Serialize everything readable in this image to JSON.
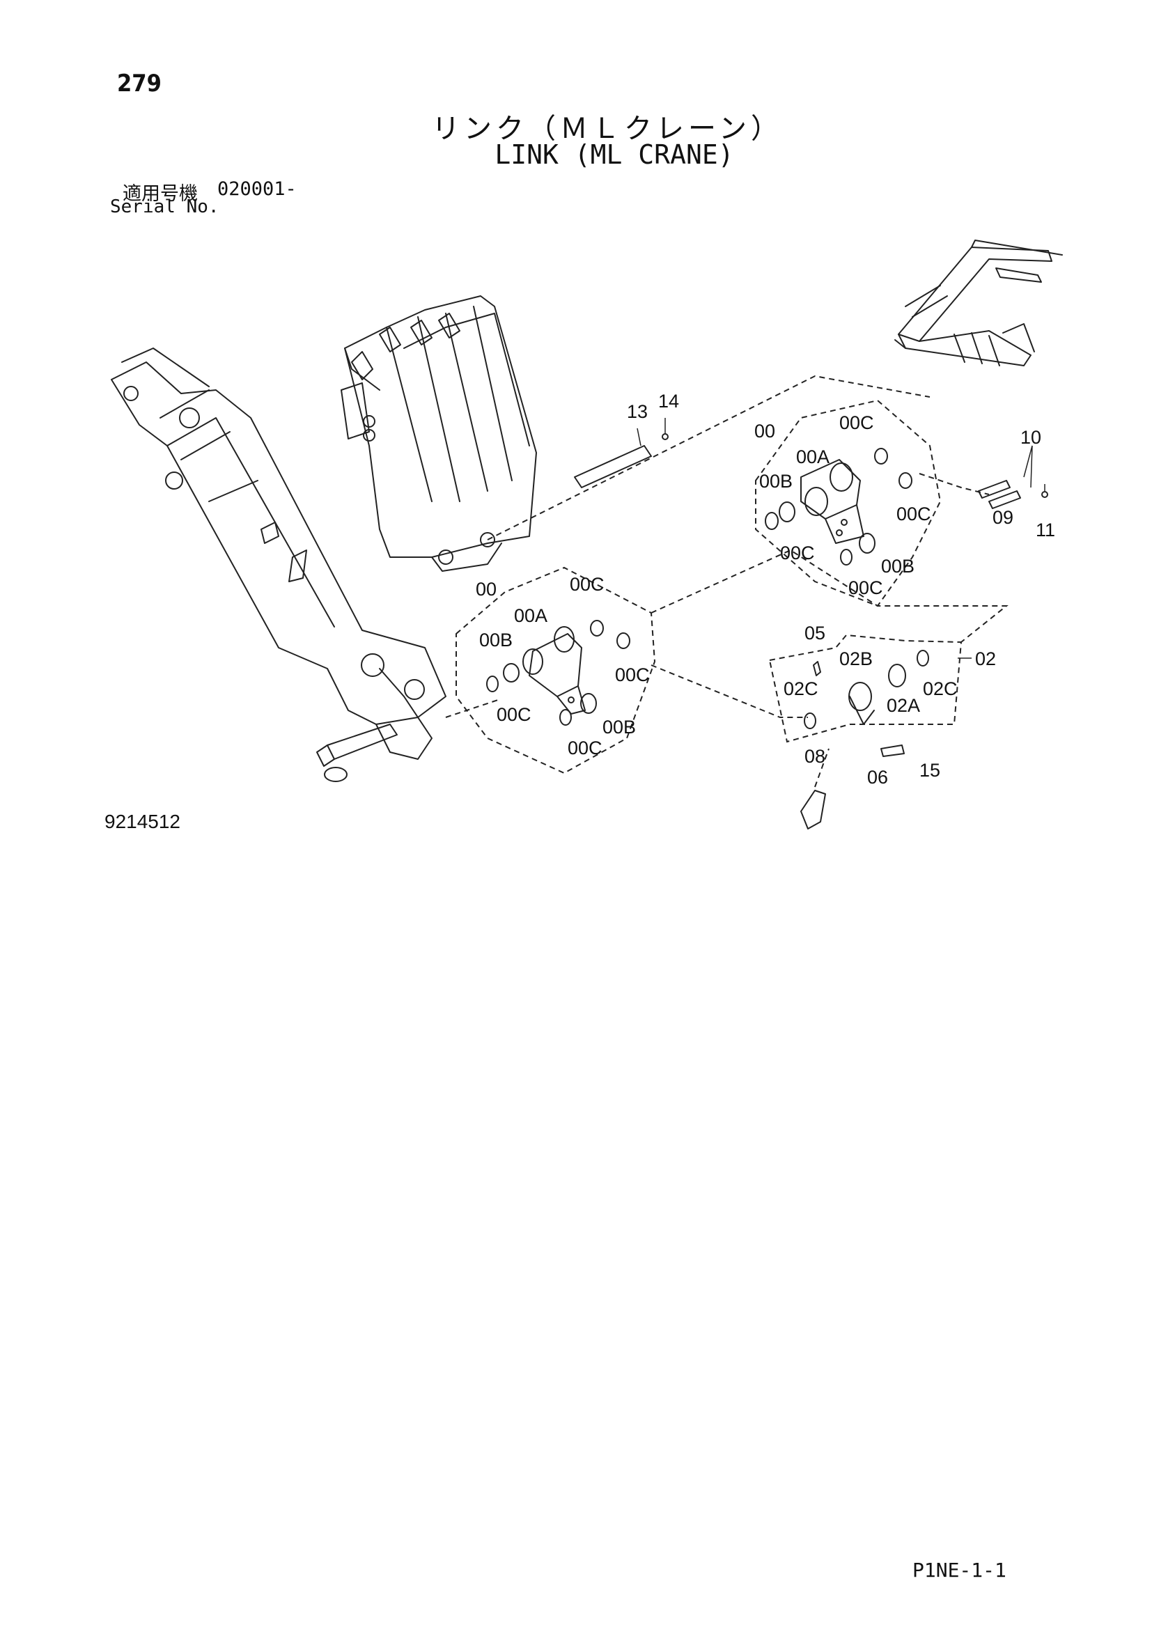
{
  "page_number": "279",
  "title_jp": "リンク（ＭＬクレーン）",
  "title_en": "LINK (ML CRANE)",
  "serial": {
    "label_jp": "適用号機",
    "value": "020001-",
    "label_en": "Serial No."
  },
  "drawing_id": "9214512",
  "footer_code": "P1NE-1-1",
  "callouts": {
    "c13": "13",
    "c14": "14",
    "u00": "00",
    "u00C_1": "00C",
    "u00A": "00A",
    "u00B_1": "00B",
    "u00C_2": "00C",
    "u00C_3": "00C",
    "u00C_4": "00C",
    "u00B_2": "00B",
    "c10": "10",
    "c09": "09",
    "c11": "11",
    "l00": "00",
    "l00C_1": "00C",
    "l00A": "00A",
    "l00B_1": "00B",
    "l00C_2": "00C",
    "l00C_3": "00C",
    "l00B_2": "00B",
    "l00C_4": "00C",
    "c05": "05",
    "c02B": "02B",
    "c02": "02",
    "c02C_1": "02C",
    "c02C_2": "02C",
    "c02A": "02A",
    "c08": "08",
    "c06": "06",
    "c15": "15"
  }
}
